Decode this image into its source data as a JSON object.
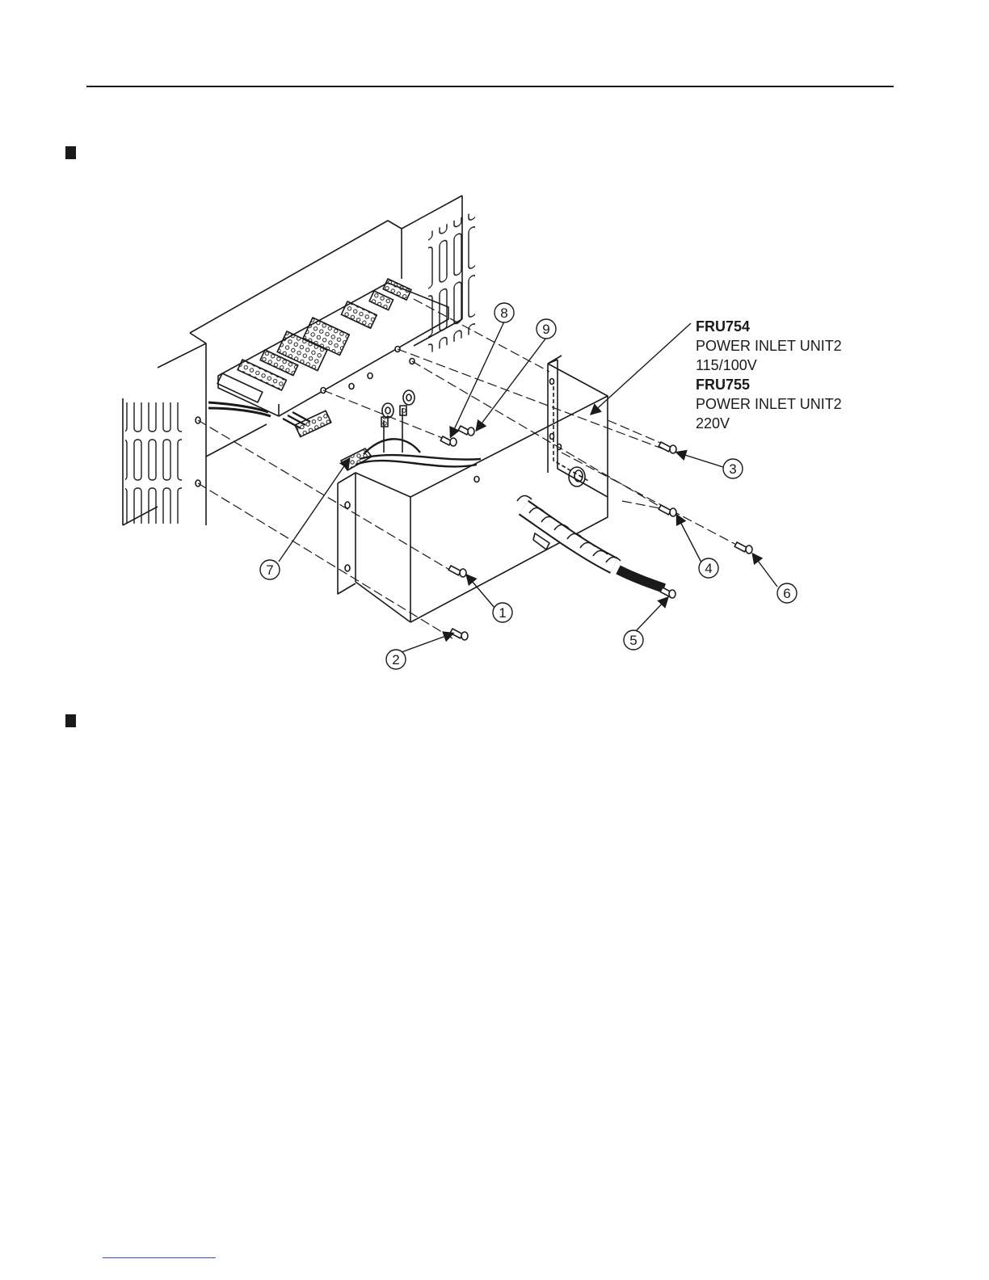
{
  "fru_label": {
    "line1": "FRU754",
    "line2": "POWER INLET UNIT2",
    "line3": "115/100V",
    "line4": "FRU755",
    "line5": "POWER INLET UNIT2",
    "line6": "220V"
  },
  "callouts": {
    "c1": "1",
    "c2": "2",
    "c3": "3",
    "c4": "4",
    "c5": "5",
    "c6": "6",
    "c7": "7",
    "c8": "8",
    "c9": "9"
  }
}
